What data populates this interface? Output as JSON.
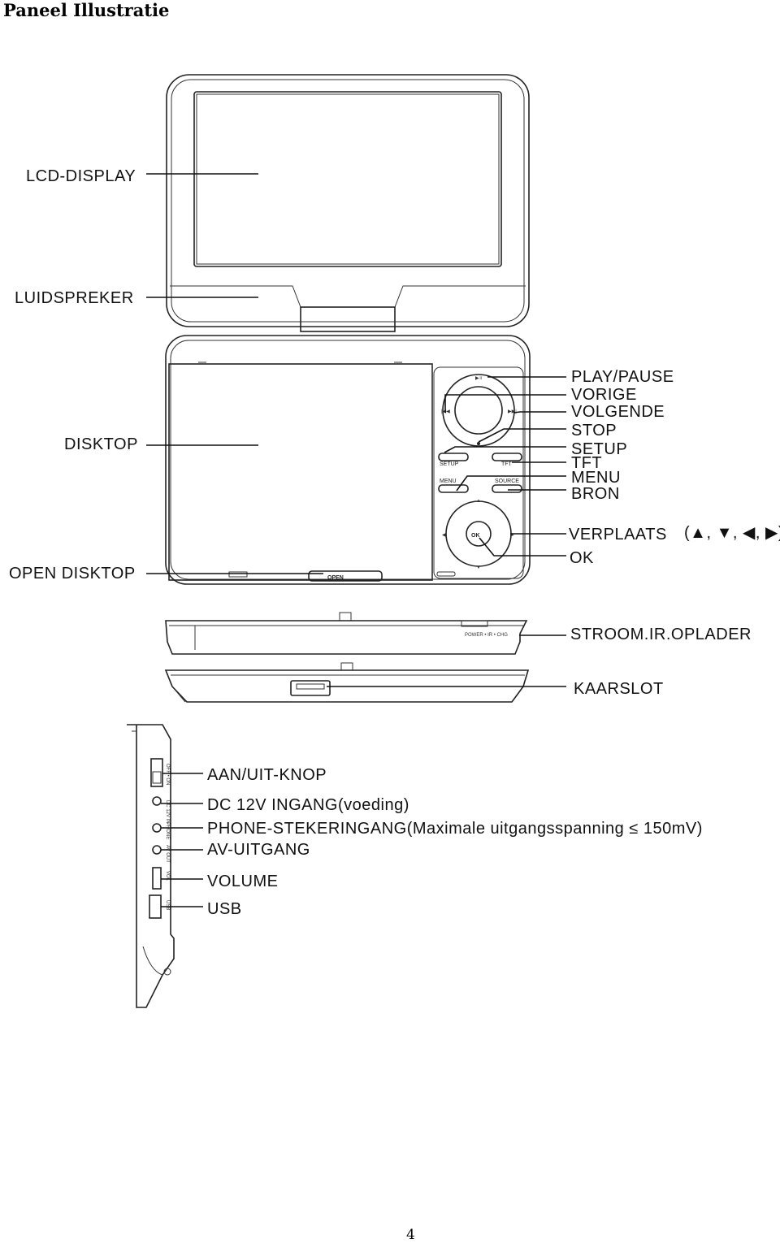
{
  "title": "Paneel Illustratie",
  "page_number": "4",
  "top_view_labels": {
    "lcd": "LCD-DISPLAY",
    "speaker": "LUIDSPREKER",
    "disc_tray": "DISKTOP",
    "open_tray": "OPEN DISKTOP",
    "play_pause": "PLAY/PAUSE",
    "prev": "VORIGE",
    "next": "VOLGENDE",
    "stop": "STOP",
    "setup": "SETUP",
    "tft": "TFT",
    "menu": "MENU",
    "source": "BRON",
    "navigate": "VERPLAATS",
    "navigate_arrows": "(▲, ▼, ◀, ▶)",
    "ok": "OK"
  },
  "device_button_labels": {
    "setup": "SETUP",
    "tft": "TFT",
    "menu": "MENU",
    "source": "SOURCE",
    "ok": "OK",
    "open": "OPEN"
  },
  "front_view_labels": {
    "power_ir_charge": "STROOM.IR.OPLADER",
    "card_slot": "KAARSLOT"
  },
  "side_view_labels": {
    "power_switch": "AAN/UIT-KNOP",
    "dc_in": "DC 12V INGANG(voeding)",
    "phone": "PHONE-STEKERINGANG(Maximale uitgangsspanning ≤ 150mV)",
    "av_out": "AV-UITGANG",
    "volume": "VOLUME",
    "usb": "USB"
  }
}
